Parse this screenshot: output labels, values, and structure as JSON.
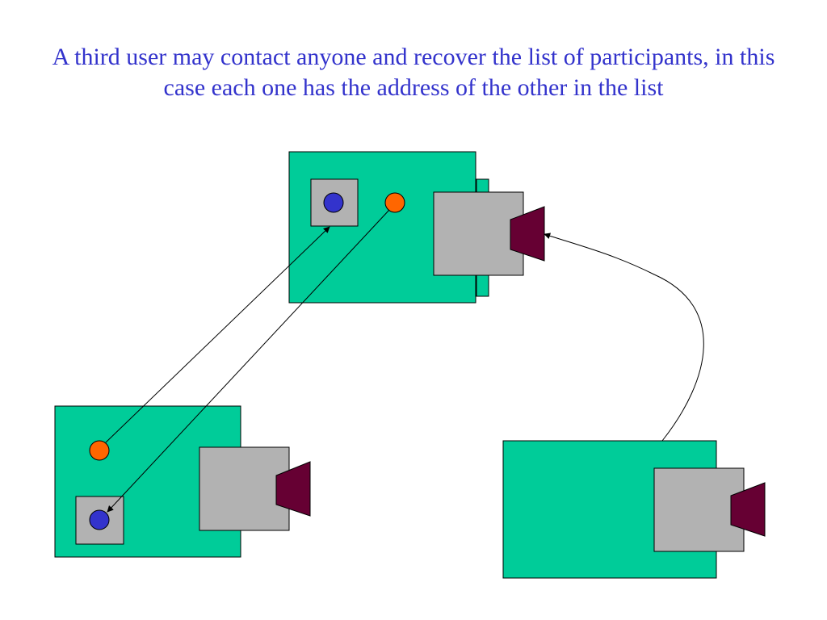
{
  "slide": {
    "title": "A third user may contact anyone and recover the list of participants, in this case each one has the address of the other in the list"
  },
  "colors": {
    "title_text": "#3333cc",
    "node_board": "#00cc99",
    "node_panel": "#b2b2b2",
    "speaker_horn": "#660033",
    "address_dot_blue": "#3333cc",
    "address_dot_orange": "#ff6600",
    "connector": "#000000"
  },
  "nodes": [
    {
      "id": "node-top",
      "role": "participant",
      "has_address_list": true
    },
    {
      "id": "node-left",
      "role": "participant",
      "has_address_list": true
    },
    {
      "id": "node-right",
      "role": "third-user",
      "has_address_list": false
    }
  ],
  "icons": [
    "speaker-horn-icon",
    "address-dot-icon",
    "arrowhead-icon"
  ]
}
